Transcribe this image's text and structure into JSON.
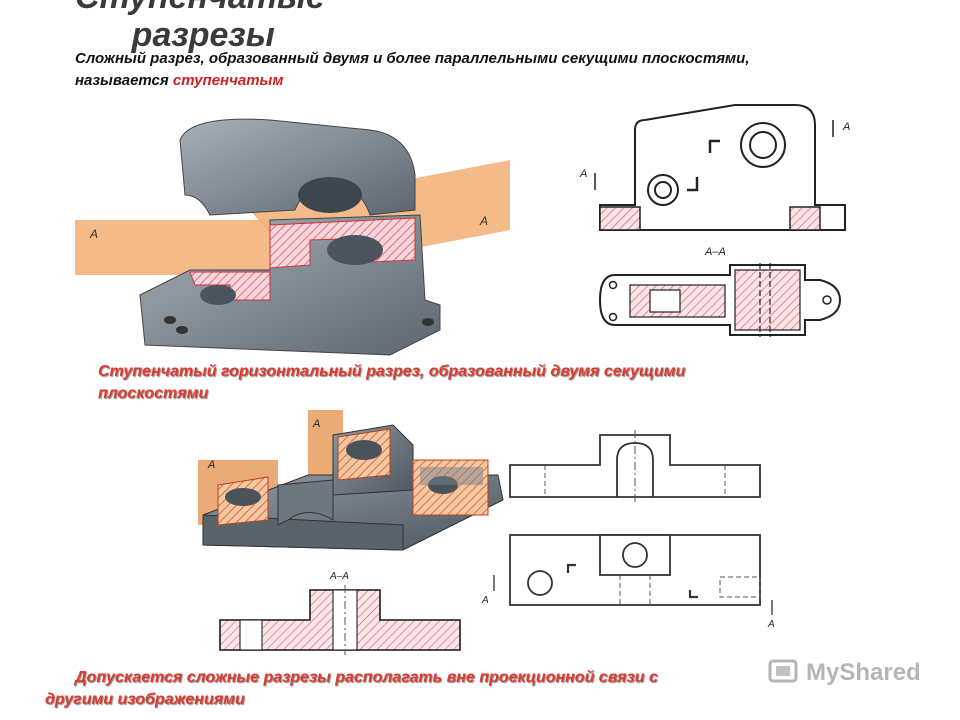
{
  "title": "Ступенчатые\n      разрезы",
  "intro": {
    "text": "Сложный разрез, образованный двумя и более параллельными секущими плоскостями, называется ",
    "highlight": "ступенчатым"
  },
  "caption1": "Ступенчатый горизонтальный разрез, образованный двумя секущими плоскостями",
  "caption2": {
    "line1": "Допускается сложные разрезы располагать вне проекционной связи с",
    "line2": "другими изображениями"
  },
  "labels": {
    "a": "А",
    "aa": "А–А"
  },
  "watermark": "MyShared",
  "colors": {
    "accent": "#d21f1f",
    "caption": "#e03a2e",
    "hatch": "#e58a9a",
    "plane": "#f0a85e",
    "metal": "#7b8590"
  }
}
